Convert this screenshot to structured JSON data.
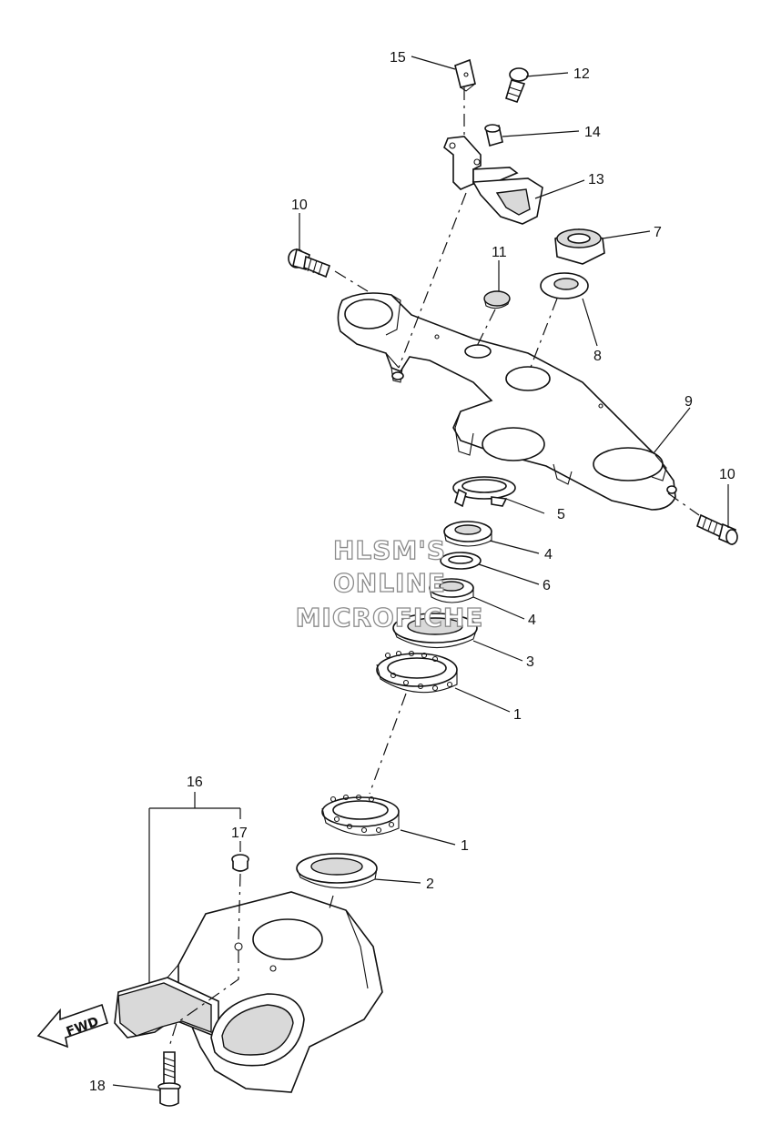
{
  "callouts": [
    {
      "id": "c15",
      "label": "15"
    },
    {
      "id": "c12",
      "label": "12"
    },
    {
      "id": "c14",
      "label": "14"
    },
    {
      "id": "c13",
      "label": "13"
    },
    {
      "id": "c10a",
      "label": "10"
    },
    {
      "id": "c7",
      "label": "7"
    },
    {
      "id": "c11",
      "label": "11"
    },
    {
      "id": "c8",
      "label": "8"
    },
    {
      "id": "c9",
      "label": "9"
    },
    {
      "id": "c10b",
      "label": "10"
    },
    {
      "id": "c5",
      "label": "5"
    },
    {
      "id": "c4a",
      "label": "4"
    },
    {
      "id": "c6",
      "label": "6"
    },
    {
      "id": "c4b",
      "label": "4"
    },
    {
      "id": "c3",
      "label": "3"
    },
    {
      "id": "c1a",
      "label": "1"
    },
    {
      "id": "c16",
      "label": "16"
    },
    {
      "id": "c17",
      "label": "17"
    },
    {
      "id": "c1b",
      "label": "1"
    },
    {
      "id": "c2",
      "label": "2"
    },
    {
      "id": "c18",
      "label": "18"
    }
  ],
  "watermark": {
    "line1": "HLSM'S",
    "line2": "ONLINE",
    "line3": "MICROFICHE"
  },
  "fwd_arrow": {
    "label": "FWD"
  }
}
